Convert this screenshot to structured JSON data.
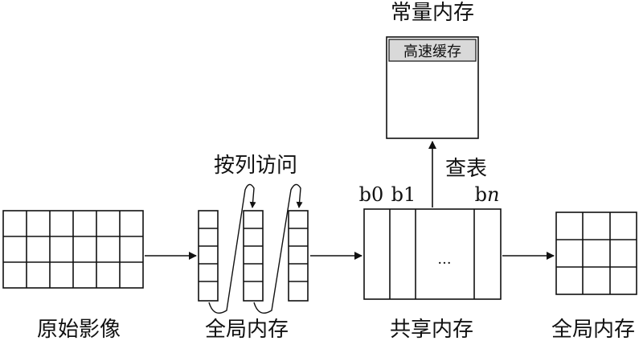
{
  "labels": {
    "original_image": "原始影像",
    "global_memory_1": "全局内存",
    "column_access": "按列访问",
    "shared_memory": "共享内存",
    "global_memory_2": "全局内存",
    "constant_memory": "常量内存",
    "cache": "高速缓存",
    "lookup": "查表",
    "b0": "b0",
    "b1": "b1",
    "bn_prefix": "b",
    "bn_suffix": "n",
    "ellipsis": "···"
  }
}
